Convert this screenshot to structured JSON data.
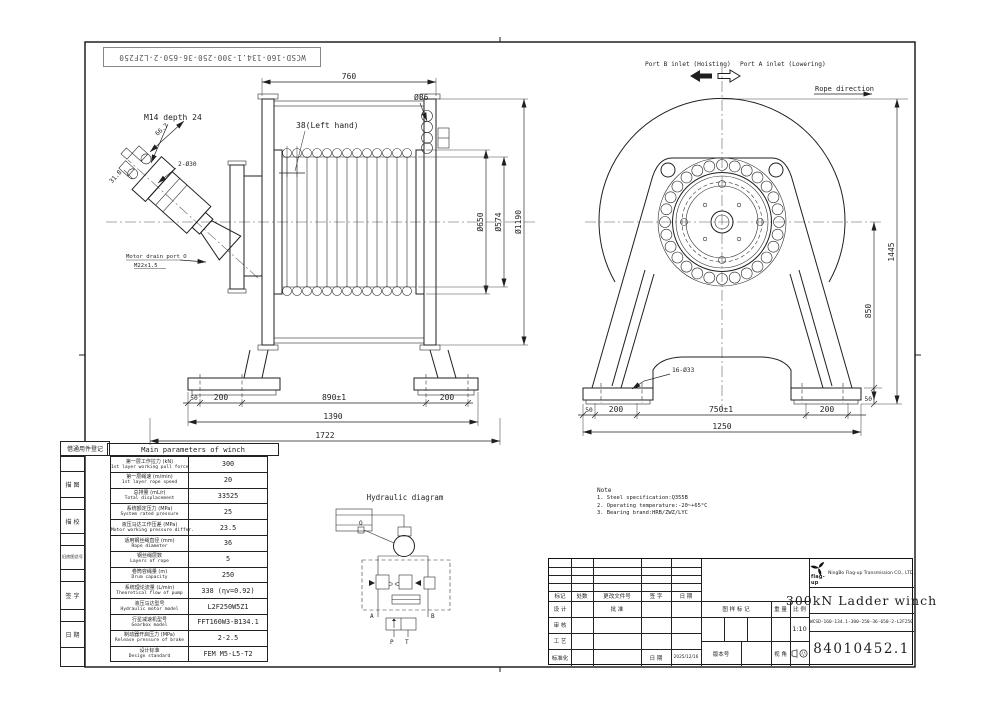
{
  "header": {
    "stamp_code": "WCSD-160-134.1-300-250-36-650-2-L2F250",
    "port_b_label": "Port B inlet (Hoisting)",
    "port_a_label": "Port A inlet (Lowering)",
    "rope_direction_label": "Rope direction"
  },
  "dims": {
    "sv_m14": "M14 depth 24",
    "sv_66": "66.7",
    "sv_2d30": "2-Ø30",
    "sv_318": "31.8",
    "sv_760": "760",
    "sv_d86": "Ø86",
    "sv_pitch": "38(Left hand)",
    "sv_drain1": "Motor drain port O",
    "sv_drain2": "M22x1.5",
    "sv_d650": "Ø650",
    "sv_d574": "Ø574",
    "sv_d1190": "Ø1190",
    "sv_50": "50",
    "sv_200a": "200",
    "sv_890": "890±1",
    "sv_200b": "200",
    "sv_1390": "1390",
    "sv_1722": "1722",
    "fv_1445": "1445",
    "fv_850": "850",
    "fv_16d33": "16-Ø33",
    "fv_50a": "50",
    "fv_200a": "200",
    "fv_750": "750±1",
    "fv_200b": "200",
    "fv_1250": "1250",
    "fv_50b": "50"
  },
  "hydraulic": {
    "title": "Hydraulic diagram",
    "port_o": "O",
    "port_a": "A",
    "port_b": "B",
    "port_p": "P",
    "port_t": "T"
  },
  "note": {
    "title": "Note",
    "lines": [
      "1. Steel specification:Q355B",
      "2. Operating temperature:-20~+65°C",
      "3. Bearing brand:HRB/ZWZ/LYC"
    ]
  },
  "sidebar": {
    "register": "借通用件登记",
    "items": [
      "描 图",
      "描 校",
      "旧底图总号",
      "签 字",
      "日 期"
    ]
  },
  "params": {
    "title": "Main parameters of winch",
    "rows": [
      {
        "cn": "第一层工作拉力 (kN)",
        "en": "1st layer working pull force",
        "value": "300"
      },
      {
        "cn": "第一层绳速 (m/min)",
        "en": "1st layer rope speed",
        "value": "20"
      },
      {
        "cn": "总排量 (mL/r)",
        "en": "Total displacement",
        "value": "33525"
      },
      {
        "cn": "系统额定压力 (MPa)",
        "en": "System rated pressure",
        "value": "25"
      },
      {
        "cn": "液压马达工作压差 (MPa)",
        "en": "Motor working pressure differ.",
        "value": "23.5"
      },
      {
        "cn": "适用钢丝绳直径 (mm)",
        "en": "Rope diameter",
        "value": "36"
      },
      {
        "cn": "钢丝绳层数",
        "en": "Layers of rope",
        "value": "5"
      },
      {
        "cn": "卷筒容绳量 (m)",
        "en": "Drum capacity",
        "value": "250"
      },
      {
        "cn": "系统理论流量 (L/min)",
        "en": "Theoretical flow of pump",
        "value": "338 (ηv=0.92)"
      },
      {
        "cn": "液压马达型号",
        "en": "Hydraulic motor model",
        "value": "L2F250W5Z1"
      },
      {
        "cn": "行星减速机型号",
        "en": "Gearbox model",
        "value": "FFT160W3-B134.1"
      },
      {
        "cn": "制动器开启压力 (MPa)",
        "en": "Release pressure of brake",
        "value": "2-2.5"
      },
      {
        "cn": "设计标准",
        "en": "Design standard",
        "value": "FEM M5-L5-T2"
      }
    ]
  },
  "title_block": {
    "rev_headers": [
      "标记",
      "处数",
      "更改文件号",
      "签 字",
      "日 期"
    ],
    "roles": [
      "设 计",
      "审 核",
      "工 艺",
      "标准化"
    ],
    "approve": "批 准",
    "date_label": "日 期",
    "date_value": "2025/12/16",
    "drawing_mark": "图 样 标 记",
    "weight_label": "重 量",
    "scale_label": "比 例",
    "scale_value": "1:10",
    "version_label": "版本号",
    "view_label": "视 角",
    "company": "NingBo Flag-up Transmission CO., LTD.",
    "logo_text": "flag-up",
    "product": "300kN Ladder winch",
    "model": "WCSD-160-134.1-300-250-36-650-2-L2F250",
    "drawing_no": "84010452.1"
  }
}
